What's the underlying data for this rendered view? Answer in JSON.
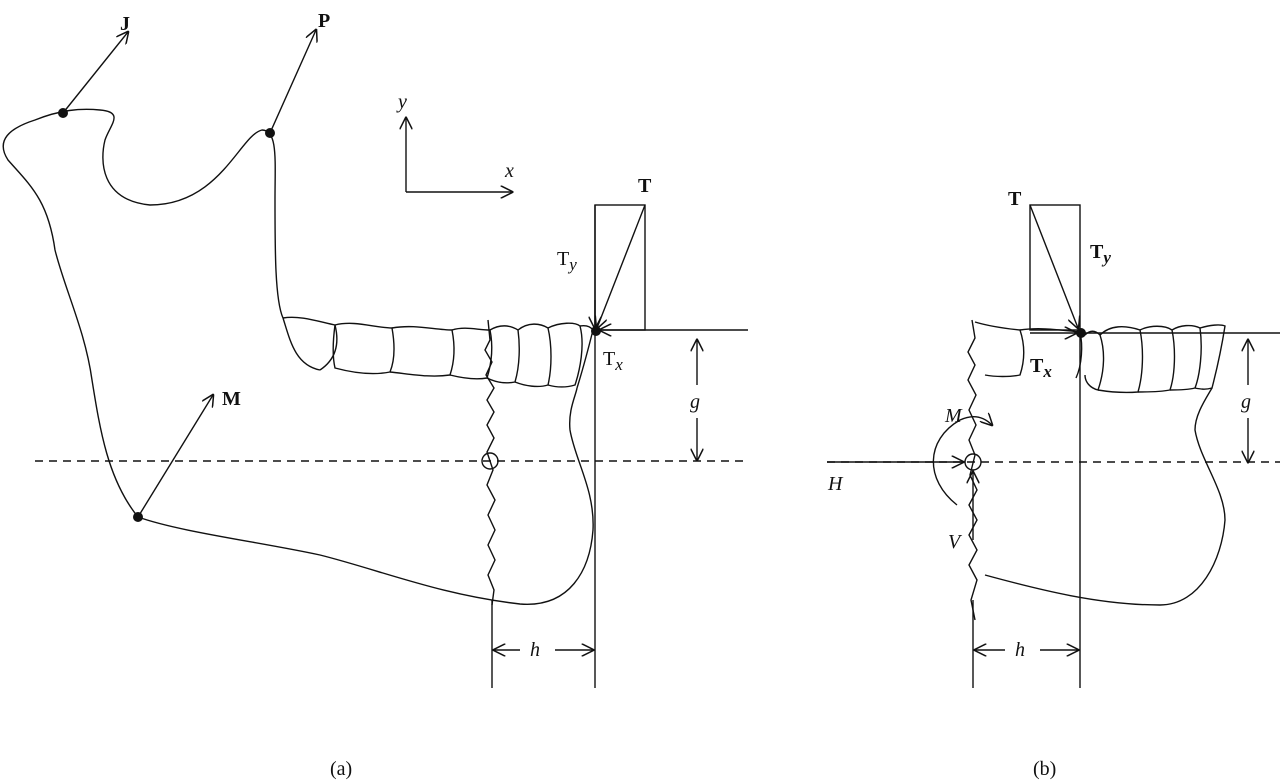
{
  "panel_a": {
    "caption": "(a)",
    "labels": {
      "J": "J",
      "P": "P",
      "M": "M",
      "y": "y",
      "x": "x",
      "T": "T",
      "Ty": "T",
      "Ty_sub": "y",
      "Tx": "T",
      "Tx_sub": "x",
      "g": "g",
      "h": "h"
    }
  },
  "panel_b": {
    "caption": "(b)",
    "labels": {
      "T": "T",
      "Ty": "T",
      "Ty_sub": "y",
      "Tx": "T",
      "Tx_sub": "x",
      "g": "g",
      "h": "h",
      "M": "M",
      "H": "H",
      "V": "V"
    }
  },
  "colors": {
    "stroke": "#111111",
    "background": "#ffffff"
  }
}
